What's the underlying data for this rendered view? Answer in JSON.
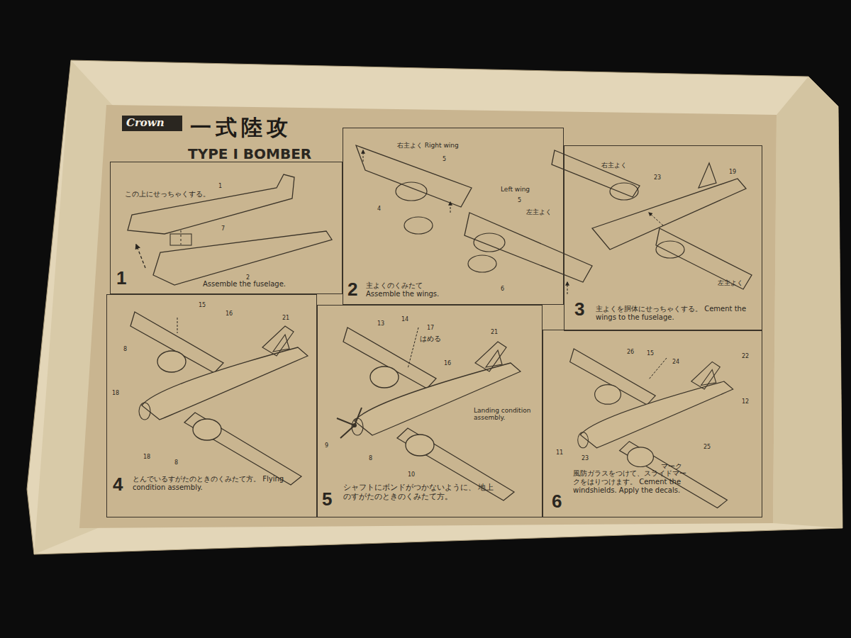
{
  "diagram": {
    "title": "一式陸攻",
    "nodes": [
      {
        "text": [
          "1",
          "Assemble the fuselage."
        ]
      },
      {
        "text": [
          "2",
          "主よくのくみたて Assemble the wings."
        ]
      },
      {
        "text": [
          "3",
          "主よくを胴体にせっちゃくする。 Cement the wings to the fuselage."
        ]
      },
      {
        "text": [
          "4",
          "とんでいるすがたのときのくみたて方。 Flying condition assembly."
        ]
      },
      {
        "text": [
          "5",
          "シャフトにボンドがつかないように、 地上のすがたのときのくみたて方。"
        ]
      },
      {
        "text": [
          "6",
          "風防ガラスをつけて、スライドマークをはりつけます。 Cement the windshields. Apply the decals."
        ]
      }
    ],
    "labels": [
      "Crown",
      "TYPE I BOMBER",
      "この上にせっちゃくする。",
      "1",
      "7",
      "2",
      "右主よく Right wing",
      "5",
      "4",
      "Left wing",
      "5",
      "左主よく",
      "6",
      "右主よく",
      "23",
      "19",
      "左主よく",
      "15",
      "16",
      "21",
      "8",
      "18",
      "18",
      "8",
      "13",
      "14",
      "17",
      "はめる",
      "16",
      "21",
      "Landing condition assembly.",
      "9",
      "8",
      "10",
      "26",
      "15",
      "24",
      "22",
      "12",
      "マーク",
      "11",
      "23",
      "25"
    ]
  }
}
